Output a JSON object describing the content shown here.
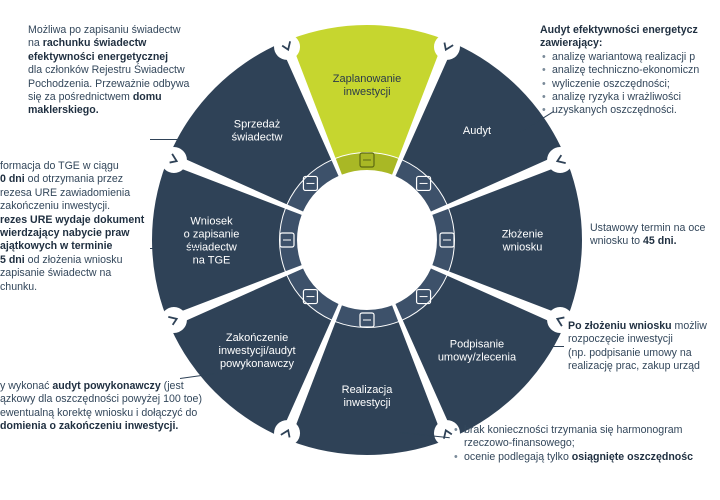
{
  "wheel": {
    "colors": {
      "segment": "#2f4257",
      "highlight": "#c6d62f",
      "inner": "#3d516a",
      "white": "#ffffff"
    },
    "segments": [
      {
        "id": "zaplanowanie",
        "lines": [
          "Zaplanowanie",
          "inwestycji"
        ],
        "highlight": true,
        "icon": "handshake-icon"
      },
      {
        "id": "audyt",
        "lines": [
          "Audyt"
        ],
        "icon": "briefcase-icon"
      },
      {
        "id": "zlozenie",
        "lines": [
          "Złożenie",
          "wniosku"
        ],
        "icon": "document-icon"
      },
      {
        "id": "podpisanie",
        "lines": [
          "Podpisanie",
          "umowy/zlecenia"
        ],
        "icon": "pen-sign-icon"
      },
      {
        "id": "realizacja",
        "lines": [
          "Realizacja",
          "inwestycji"
        ],
        "icon": "target-icon"
      },
      {
        "id": "zakonczenie",
        "lines": [
          "Zakończenie",
          "inwestycji/audyt",
          "powykonawczy"
        ],
        "icon": "award-icon"
      },
      {
        "id": "wniosek",
        "lines": [
          "Wniosek",
          "o zapisanie",
          "świadectw",
          "na TGE"
        ],
        "icon": "gear-icon"
      },
      {
        "id": "sprzedaz",
        "lines": [
          "Sprzedaż",
          "świadectw"
        ],
        "icon": "chart-document-icon"
      }
    ]
  },
  "notes": {
    "top_left": [
      [
        "Możliwa po zapisaniu świadectw"
      ],
      [
        "na ",
        {
          "b": "rachunku świadectw"
        }
      ],
      [
        {
          "b": "efektywności energetycznej"
        }
      ],
      [
        "dla członków Rejestru Świadectw"
      ],
      [
        "Pochodzenia. Przeważnie odbywa"
      ],
      [
        "się za pośrednictwem ",
        {
          "b": "domu"
        }
      ],
      [
        {
          "b": "maklerskiego."
        }
      ]
    ],
    "mid_left": [
      [
        "formacja do TGE w ciągu"
      ],
      [
        {
          "b": "0 dni"
        },
        " od otrzymania przez"
      ],
      [
        "rezesa URE zawiadomienia"
      ],
      [
        "zakończeniu inwestycji."
      ],
      [
        {
          "b": "rezes URE wydaje dokument"
        }
      ],
      [
        {
          "b": "wierdzający nabycie praw"
        }
      ],
      [
        {
          "b": "ajątkowych w terminie"
        }
      ],
      [
        {
          "b": "5 dni"
        },
        " od złożenia wniosku"
      ],
      [
        "zapisanie świadectw na"
      ],
      [
        "chunku."
      ]
    ],
    "bottom_left": [
      [
        "y wykonać ",
        {
          "b": "audyt powykonawczy"
        },
        " (jest"
      ],
      [
        "ązkowy dla oszczędności powyżej 100 toe)"
      ],
      [
        "ewentualną korektę wniosku i dołączyć do"
      ],
      [
        {
          "b": "domienia o zakończeniu inwestycji."
        }
      ]
    ],
    "top_right_title": [
      "Audyt efektywności energetycz",
      "zawierający:"
    ],
    "top_right_items": [
      "analizę wariantową realizacji p",
      "analizę techniczno-ekonomiczn",
      "wyliczenie oszczędności;",
      "analizę ryzyka i wrażliwości",
      "uzyskanych oszczędności."
    ],
    "mid_right": [
      [
        "Ustawowy termin na oce"
      ],
      [
        "wniosku to ",
        {
          "b": "45 dni."
        }
      ]
    ],
    "lower_right": [
      [
        {
          "b": "Po złożeniu wniosku"
        },
        " możliw"
      ],
      [
        "rozpoczęcie inwestycji"
      ],
      [
        "(np. podpisanie umowy na"
      ],
      [
        "realizację prac, zakup urząd"
      ]
    ],
    "bottom_right_items": [
      [
        "brak konieczności trzymania się harmonogram"
      ],
      [
        "rzeczowo-finansowego;"
      ],
      [
        "ocenie podlegają tylko ",
        {
          "b": "osiągnięte oszczędnośc"
        }
      ]
    ]
  }
}
